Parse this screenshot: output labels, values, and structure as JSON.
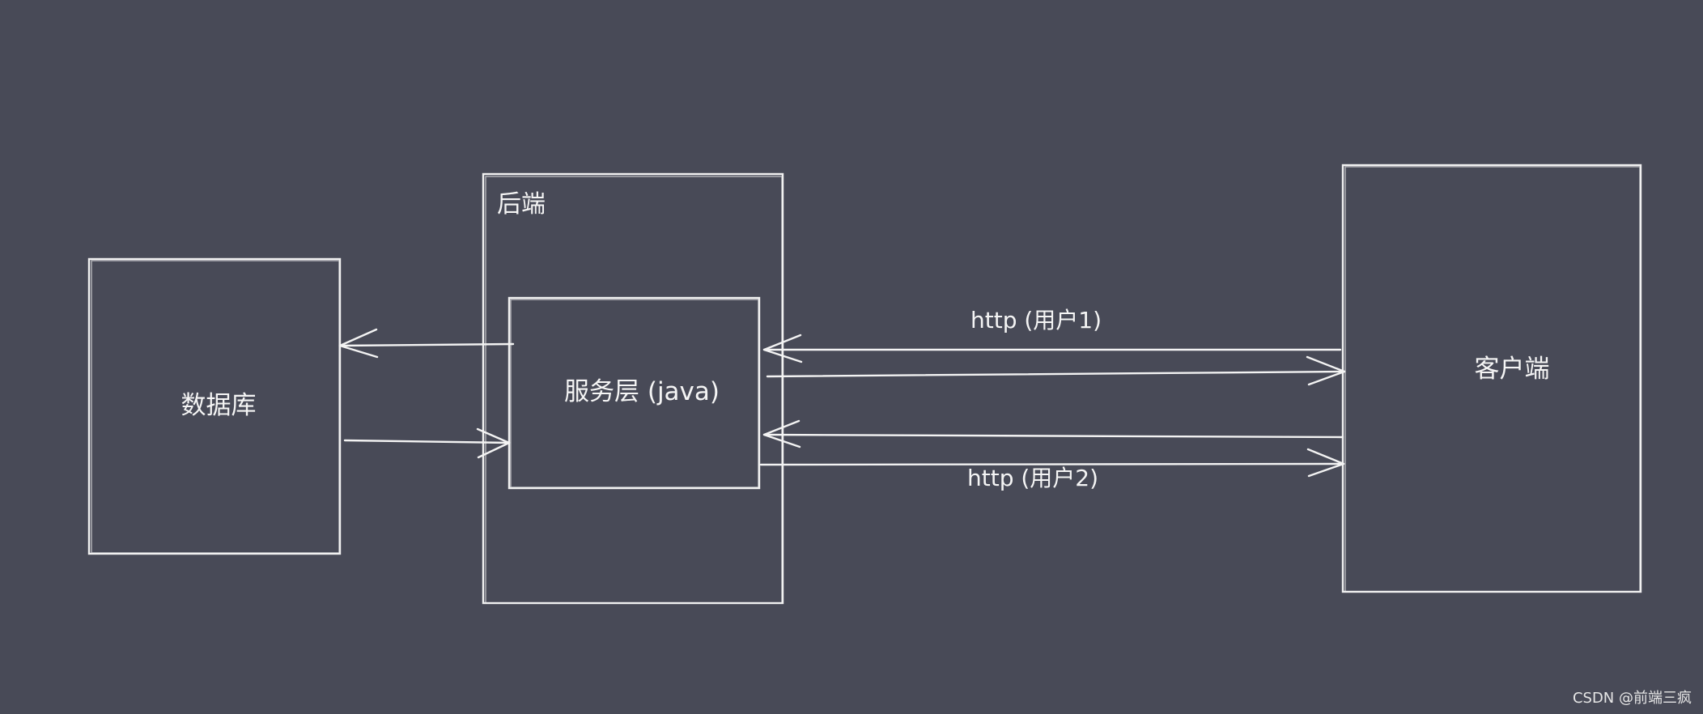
{
  "diagram": {
    "database": {
      "label": "数据库"
    },
    "backend": {
      "title": "后端",
      "service_layer": {
        "label": "服务层 (java)"
      }
    },
    "client": {
      "label": "客户端"
    },
    "connections": {
      "user1": "http (用户1)",
      "user2": "http (用户2)"
    }
  },
  "watermark": "CSDN @前端三疯",
  "colors": {
    "background": "#484a57",
    "stroke": "#f1f1f1",
    "text": "#f5f5f5"
  }
}
